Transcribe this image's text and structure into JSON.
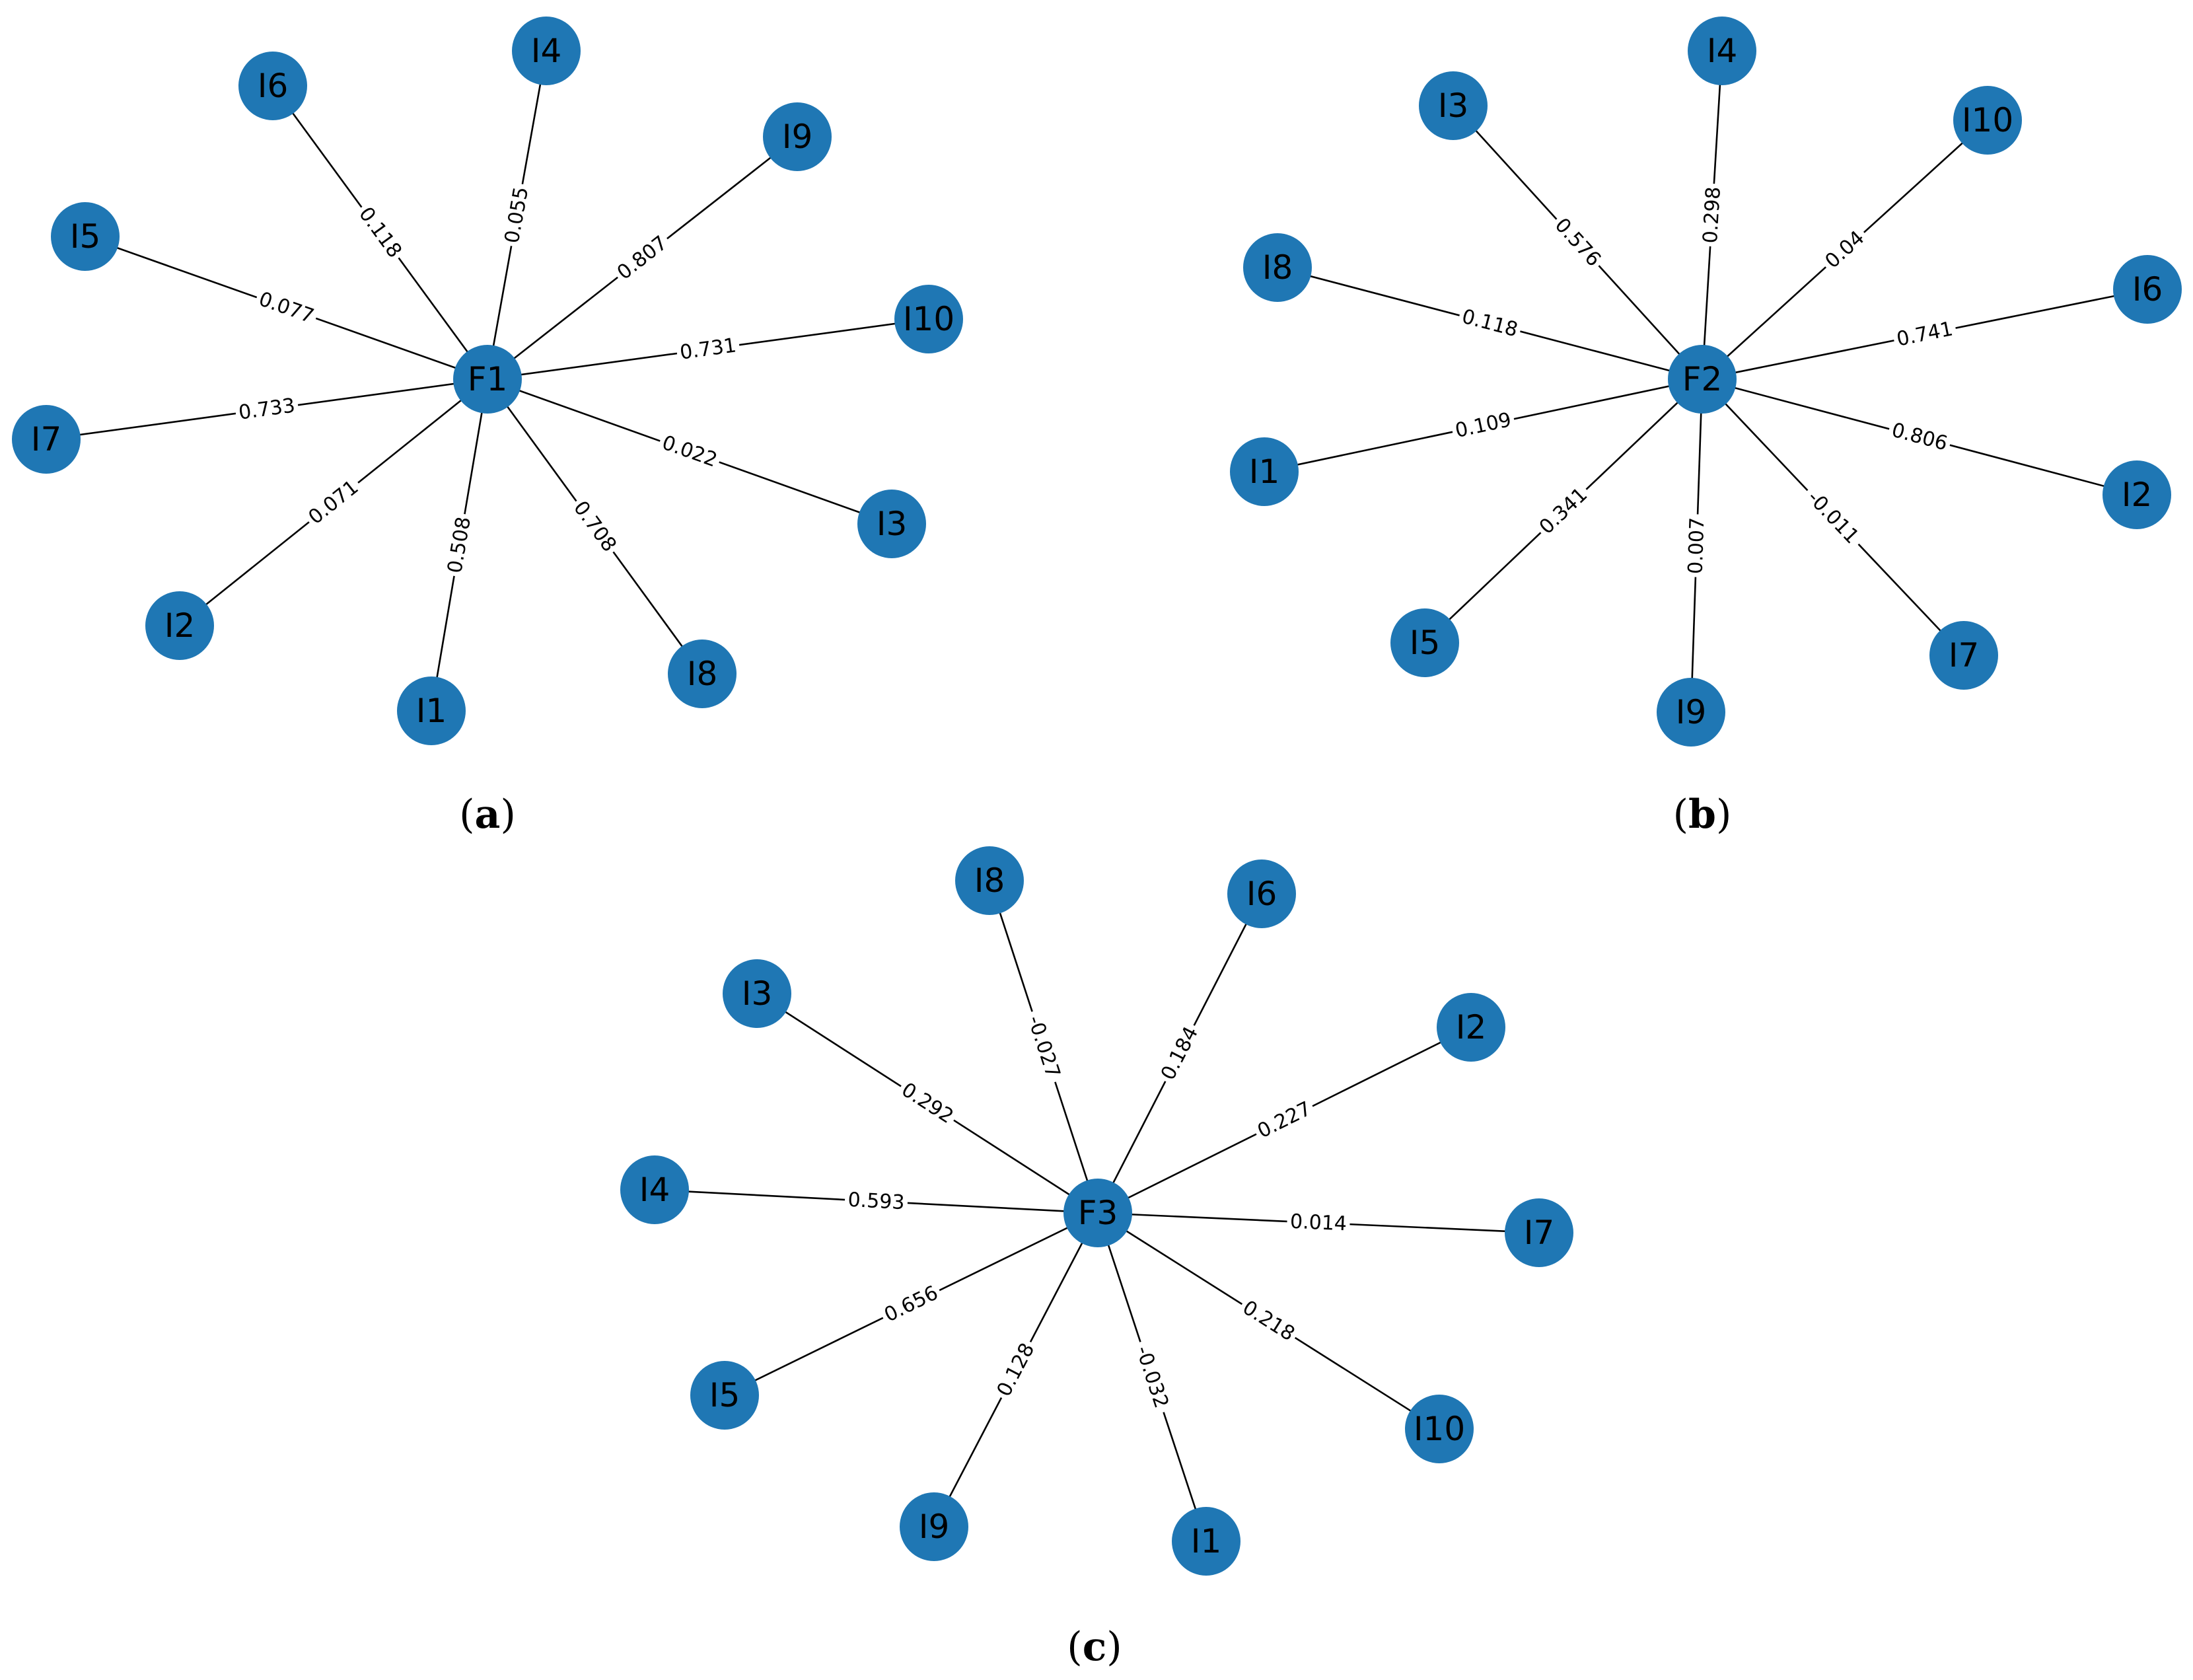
{
  "panels": [
    {
      "id": "a",
      "caption_letter": "a",
      "center": "F1",
      "node_color": "#1f77b4",
      "edges": [
        {
          "node": "I6",
          "weight": "0.118"
        },
        {
          "node": "I4",
          "weight": "0.055"
        },
        {
          "node": "I9",
          "weight": "0.807"
        },
        {
          "node": "I5",
          "weight": "0.077"
        },
        {
          "node": "I10",
          "weight": "0.731"
        },
        {
          "node": "I7",
          "weight": "0.733"
        },
        {
          "node": "I3",
          "weight": "0.022"
        },
        {
          "node": "I2",
          "weight": "0.071"
        },
        {
          "node": "I1",
          "weight": "0.508"
        },
        {
          "node": "I8",
          "weight": "0.708"
        }
      ]
    },
    {
      "id": "b",
      "caption_letter": "b",
      "center": "F2",
      "node_color": "#1f77b4",
      "edges": [
        {
          "node": "I3",
          "weight": "0.576"
        },
        {
          "node": "I4",
          "weight": "0.298"
        },
        {
          "node": "I10",
          "weight": "0.04"
        },
        {
          "node": "I8",
          "weight": "0.118"
        },
        {
          "node": "I6",
          "weight": "0.741"
        },
        {
          "node": "I1",
          "weight": "0.109"
        },
        {
          "node": "I2",
          "weight": "0.806"
        },
        {
          "node": "I5",
          "weight": "0.341"
        },
        {
          "node": "I9",
          "weight": "0.007"
        },
        {
          "node": "I7",
          "weight": "-0.011"
        }
      ]
    },
    {
      "id": "c",
      "caption_letter": "c",
      "center": "F3",
      "node_color": "#1f77b4",
      "edges": [
        {
          "node": "I8",
          "weight": "-0.027"
        },
        {
          "node": "I6",
          "weight": "0.184"
        },
        {
          "node": "I3",
          "weight": "0.292"
        },
        {
          "node": "I2",
          "weight": "0.227"
        },
        {
          "node": "I4",
          "weight": "0.593"
        },
        {
          "node": "I7",
          "weight": "0.014"
        },
        {
          "node": "I5",
          "weight": "0.656"
        },
        {
          "node": "I10",
          "weight": "0.218"
        },
        {
          "node": "I9",
          "weight": "0.128"
        },
        {
          "node": "I1",
          "weight": "-0.032"
        }
      ]
    }
  ]
}
